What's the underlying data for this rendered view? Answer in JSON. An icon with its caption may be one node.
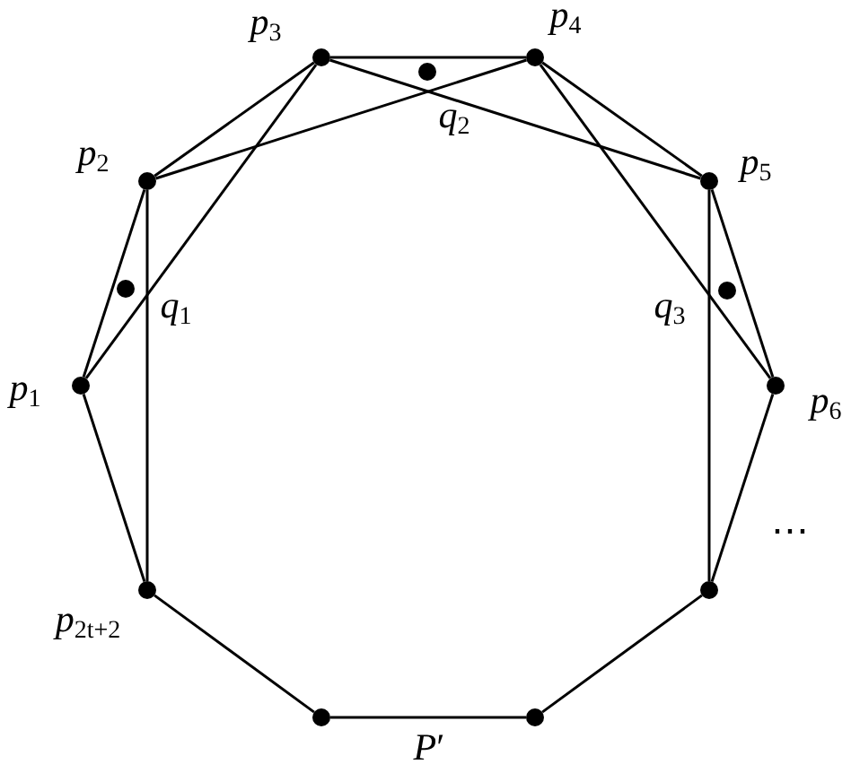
{
  "diagram": {
    "nodes": [
      {
        "text": [
          "*p*$_{1}$"
        ]
      },
      {
        "text": [
          "*p*$_{2}$"
        ]
      },
      {
        "text": [
          "*p*$_{3}$"
        ]
      },
      {
        "text": [
          "*p*$_{4}$"
        ]
      },
      {
        "text": [
          "*p*$_{5}$"
        ]
      },
      {
        "text": [
          "*p*$_{6}$"
        ]
      },
      {
        "text": [],
        "shape": "circle"
      },
      {
        "text": [
          "*p*$_{2t+2}$"
        ]
      },
      {
        "text": [],
        "shape": "circle"
      },
      {
        "text": [],
        "shape": "circle"
      }
    ],
    "edges": [
      {
        "from": 0,
        "to": 1,
        "arrow": "none"
      },
      {
        "from": 1,
        "to": 2,
        "arrow": "none"
      },
      {
        "from": 2,
        "to": 3,
        "arrow": "none"
      },
      {
        "from": 3,
        "to": 4,
        "arrow": "none"
      },
      {
        "from": 4,
        "to": 5,
        "arrow": "none"
      },
      {
        "from": 5,
        "to": 6,
        "arrow": "none"
      },
      {
        "from": 6,
        "to": 9,
        "arrow": "none"
      },
      {
        "from": 9,
        "to": 8,
        "arrow": "none"
      },
      {
        "from": 8,
        "to": 7,
        "arrow": "none"
      },
      {
        "from": 7,
        "to": 0,
        "arrow": "none"
      },
      {
        "from": 0,
        "to": 2,
        "arrow": "none"
      },
      {
        "from": 1,
        "to": 3,
        "arrow": "none"
      },
      {
        "from": 2,
        "to": 4,
        "arrow": "none"
      },
      {
        "from": 3,
        "to": 5,
        "arrow": "none"
      },
      {
        "from": 1,
        "to": 7,
        "arrow": "none"
      },
      {
        "from": 4,
        "to": 6,
        "arrow": "none"
      }
    ],
    "labels": [
      "*q*$_{1}$",
      "*q*$_{2}$",
      "*q*$_{3}$",
      "⋯",
      "*P*′"
    ]
  }
}
